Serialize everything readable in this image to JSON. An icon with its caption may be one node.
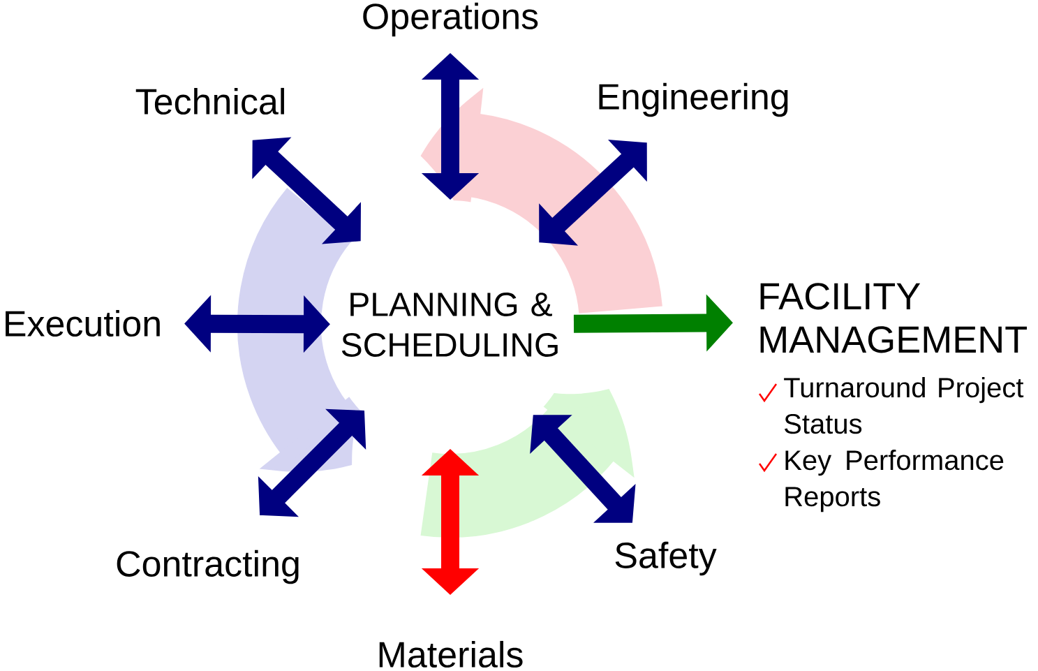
{
  "diagram": {
    "nodes": [
      {
        "text": [
          "PLANNING & SCHEDULING"
        ]
      },
      {
        "text": [
          "Operations"
        ]
      },
      {
        "text": [
          "Technical"
        ]
      },
      {
        "text": [
          "Engineering"
        ]
      },
      {
        "text": [
          "Execution"
        ]
      },
      {
        "text": [
          "FACILITY MANAGEMENT",
          "Turnaround Project Status",
          "Key Performance Reports"
        ]
      },
      {
        "text": [
          "Contracting"
        ]
      },
      {
        "text": [
          "Safety"
        ]
      },
      {
        "text": [
          "Materials"
        ]
      }
    ],
    "edges": [
      {
        "from": 1,
        "to": 0,
        "arrow": "both"
      },
      {
        "from": 2,
        "to": 0,
        "arrow": "both"
      },
      {
        "from": 3,
        "to": 0,
        "arrow": "both"
      },
      {
        "from": 4,
        "to": 0,
        "arrow": "both"
      },
      {
        "from": 0,
        "to": 5,
        "arrow": "to",
        "color": "#008000"
      },
      {
        "from": 6,
        "to": 0,
        "arrow": "both"
      },
      {
        "from": 7,
        "to": 0,
        "arrow": "both"
      },
      {
        "from": 8,
        "to": 0,
        "arrow": "both",
        "color": "#ff0000"
      }
    ]
  }
}
